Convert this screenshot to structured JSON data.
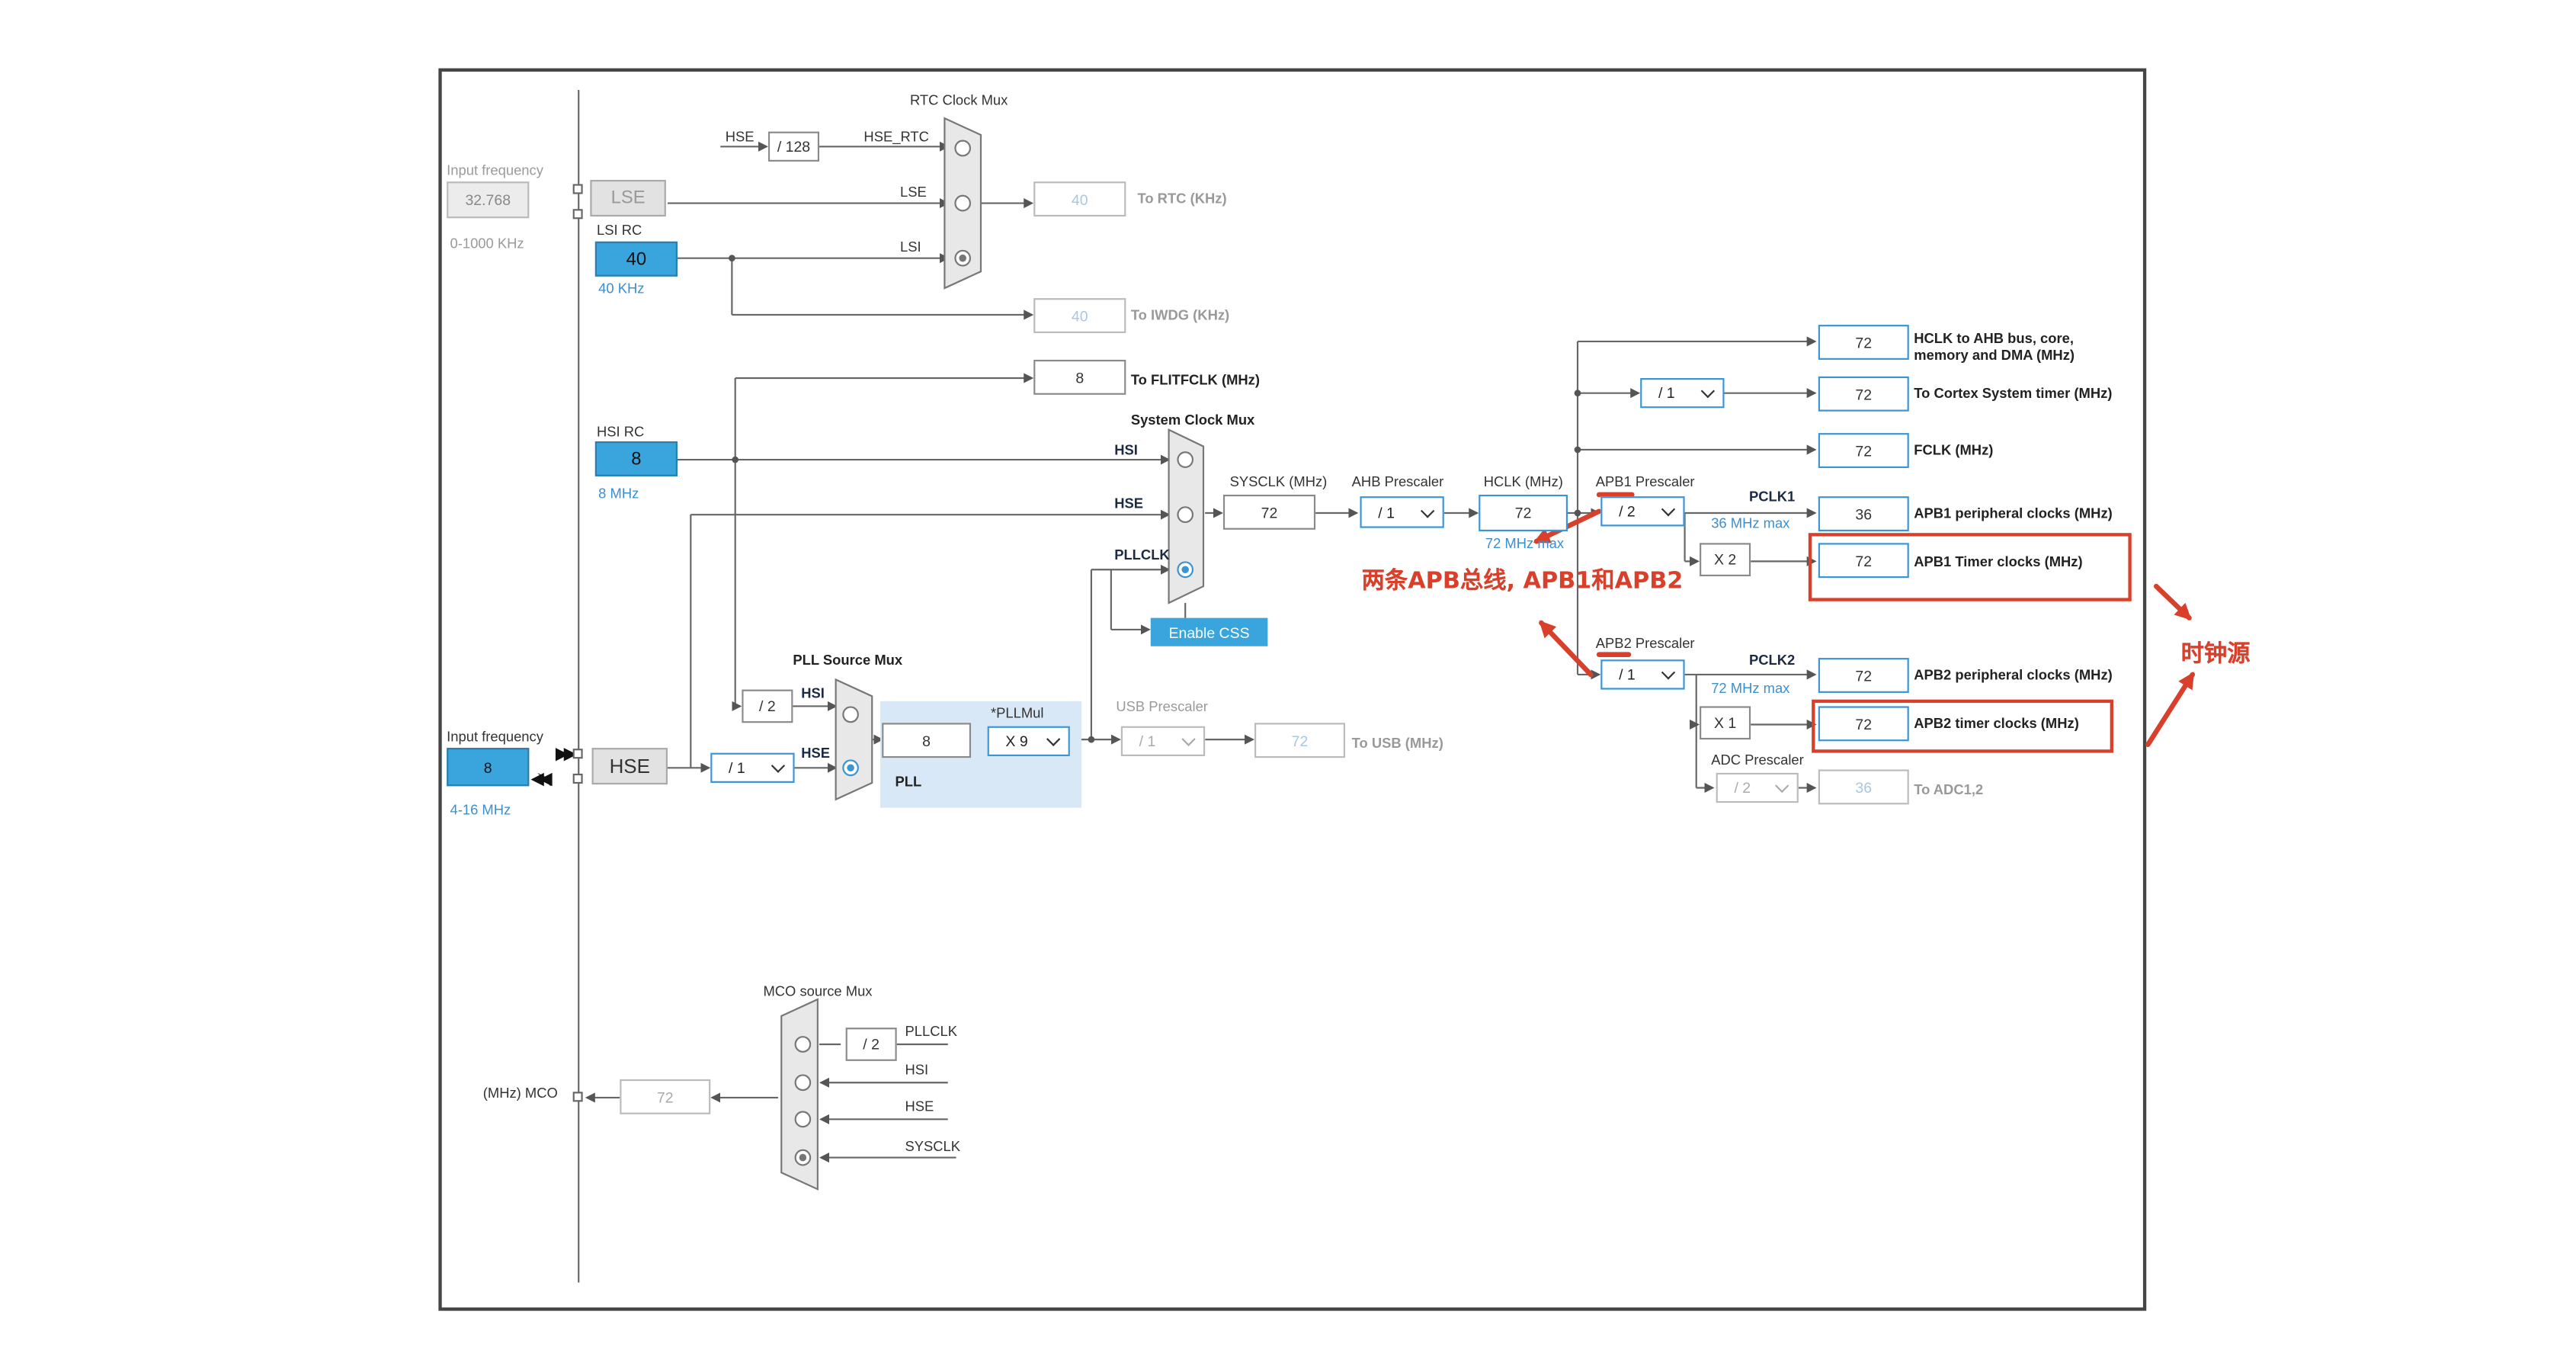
{
  "lse": {
    "caption": "Input frequency",
    "value": "32.768",
    "range": "0-1000 KHz",
    "block": "LSE"
  },
  "lsi": {
    "name": "LSI RC",
    "value": "40",
    "freq": "40 KHz"
  },
  "hsi": {
    "name": "HSI RC",
    "value": "8",
    "freq": "8 MHz"
  },
  "hse": {
    "caption": "Input frequency",
    "value": "8",
    "range": "4-16 MHz",
    "block": "HSE",
    "prediv": "/ 1"
  },
  "rtc": {
    "title": "RTC Clock Mux",
    "hse_div": "/ 128",
    "in_hse": "HSE",
    "in_hse_rtc": "HSE_RTC",
    "in_lse": "LSE",
    "in_lsi": "LSI",
    "out_value": "40",
    "out_label": "To RTC (KHz)"
  },
  "iwdg": {
    "value": "40",
    "label": "To IWDG (KHz)"
  },
  "flit": {
    "value": "8",
    "label": "To FLITFCLK (MHz)"
  },
  "sysmux": {
    "title": "System Clock Mux",
    "in_hsi": "HSI",
    "in_hse": "HSE",
    "in_pll": "PLLCLK",
    "css": "Enable CSS"
  },
  "sysclk": {
    "label": "SYSCLK (MHz)",
    "value": "72"
  },
  "ahb": {
    "label": "AHB Prescaler",
    "value": "/ 1"
  },
  "hclk": {
    "label": "HCLK (MHz)",
    "value": "72",
    "max": "72 MHz max"
  },
  "apb1": {
    "label": "APB1 Prescaler",
    "value": "/ 2",
    "pclk": "PCLK1",
    "max": "36 MHz max",
    "timer_mul": "X 2"
  },
  "apb2": {
    "label": "APB2 Prescaler",
    "value": "/ 1",
    "pclk": "PCLK2",
    "max": "72 MHz max",
    "timer_mul": "X 1"
  },
  "adc": {
    "label": "ADC Prescaler",
    "value": "/ 2",
    "out_value": "36",
    "out_label": "To ADC1,2"
  },
  "pllsrc": {
    "title": "PLL Source Mux",
    "hsi_div": "/ 2",
    "in_hsi": "HSI",
    "in_hse": "HSE"
  },
  "pll": {
    "label": "PLL",
    "in_value": "8",
    "mul_label": "*PLLMul",
    "mul_value": "X 9"
  },
  "usb": {
    "label": "USB Prescaler",
    "value": "/ 1",
    "out_value": "72",
    "out_label": "To USB (MHz)"
  },
  "outputs": [
    {
      "value": "72",
      "label": "HCLK to AHB bus, core,",
      "label2": "memory and DMA (MHz)"
    },
    {
      "value": "72",
      "label": "To Cortex System timer (MHz)",
      "div": "/ 1"
    },
    {
      "value": "72",
      "label": "FCLK (MHz)"
    },
    {
      "value": "36",
      "label": "APB1 peripheral clocks (MHz)"
    },
    {
      "value": "72",
      "label": "APB1 Timer clocks (MHz)"
    },
    {
      "value": "72",
      "label": "APB2 peripheral clocks (MHz)"
    },
    {
      "value": "72",
      "label": "APB2 timer clocks (MHz)"
    }
  ],
  "mco": {
    "title": "MCO source Mux",
    "pll_div": "/ 2",
    "in_pll": "PLLCLK",
    "in_hsi": "HSI",
    "in_hse": "HSE",
    "in_sys": "SYSCLK",
    "value": "72",
    "label": "(MHz) MCO"
  },
  "annotations": {
    "apb": "两条APB总线, APB1和APB2",
    "clock_source": "时钟源"
  },
  "colors": {
    "accent": "#3aa4dc",
    "annotation": "#d9402b"
  }
}
